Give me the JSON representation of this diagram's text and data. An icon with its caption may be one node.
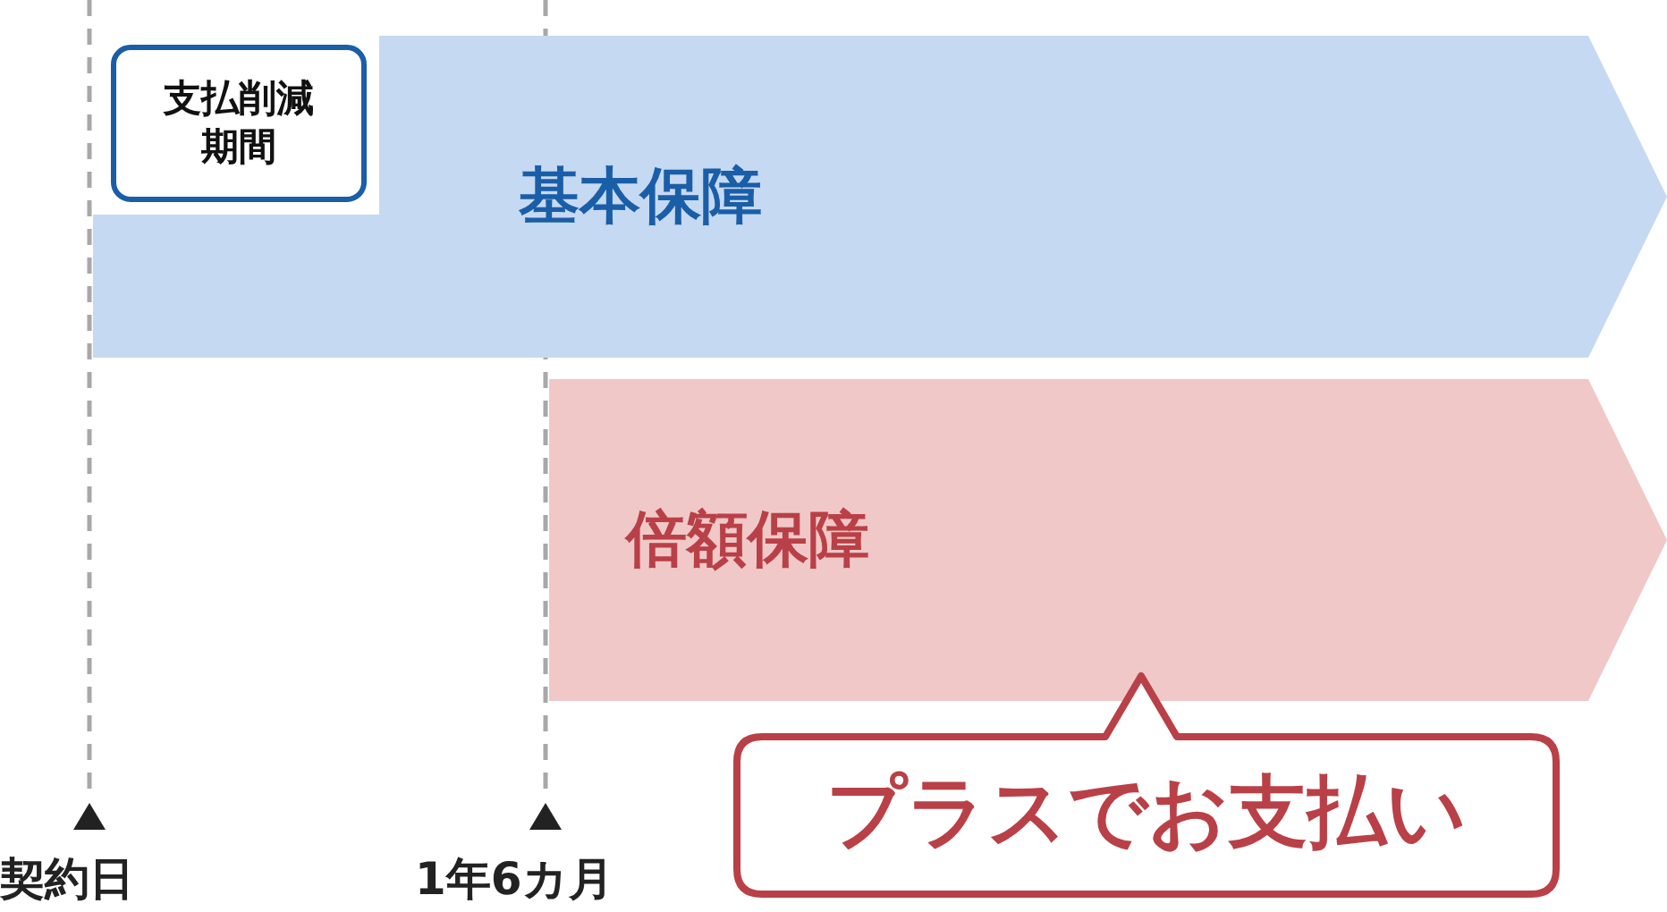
{
  "diagram": {
    "nodes": [
      {
        "text": [
          "基本保障"
        ]
      },
      {
        "text": [
          "支払削減期間"
        ]
      },
      {
        "text": [
          "倍額保障"
        ]
      },
      {
        "text": [
          "プラスでお支払い"
        ]
      }
    ],
    "labels": [
      "契約日",
      "1年6カ月"
    ]
  }
}
